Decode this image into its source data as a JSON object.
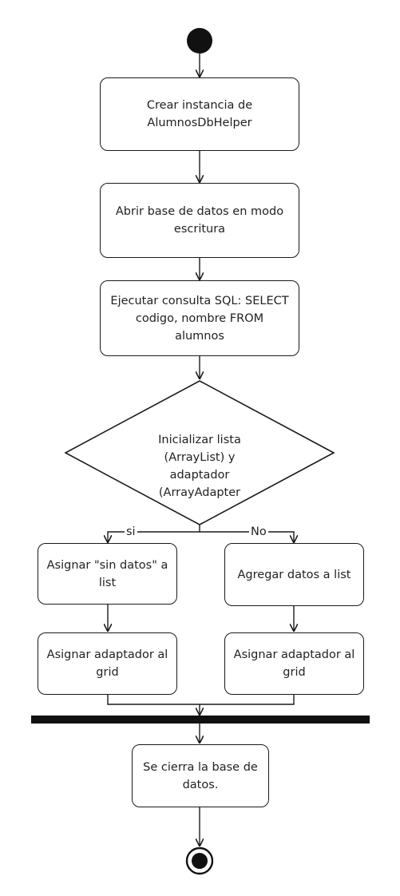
{
  "colors": {
    "stroke": "#1a1a1a",
    "fill": "#ffffff",
    "text": "#222222",
    "fork_bar": "#111111"
  },
  "nodes": {
    "create_instance": {
      "line1": "Crear instancia de",
      "line2": "AlumnosDbHelper"
    },
    "open_db": {
      "line1": "Abrir base de datos en modo",
      "line2": "escritura"
    },
    "run_query": {
      "line1": "Ejecutar consulta SQL: SELECT",
      "line2": "codigo, nombre FROM",
      "line3": "alumnos"
    },
    "decision": {
      "line1": "Inicializar lista",
      "line2": "(ArrayList) y",
      "line3": "adaptador",
      "line4": "(ArrayAdapter"
    },
    "assign_no_data": {
      "line1": "Asignar \"sin datos\" a",
      "line2": "list"
    },
    "assign_adapter_left": {
      "line1": "Asignar adaptador al",
      "line2": "grid"
    },
    "add_data": {
      "line1": "Agregar datos a list"
    },
    "assign_adapter_right": {
      "line1": "Asignar adaptador al",
      "line2": "grid"
    },
    "close_db": {
      "line1": "Se cierra la base de",
      "line2": "datos."
    }
  },
  "edges": {
    "yes_label": "si",
    "no_label": "No"
  }
}
